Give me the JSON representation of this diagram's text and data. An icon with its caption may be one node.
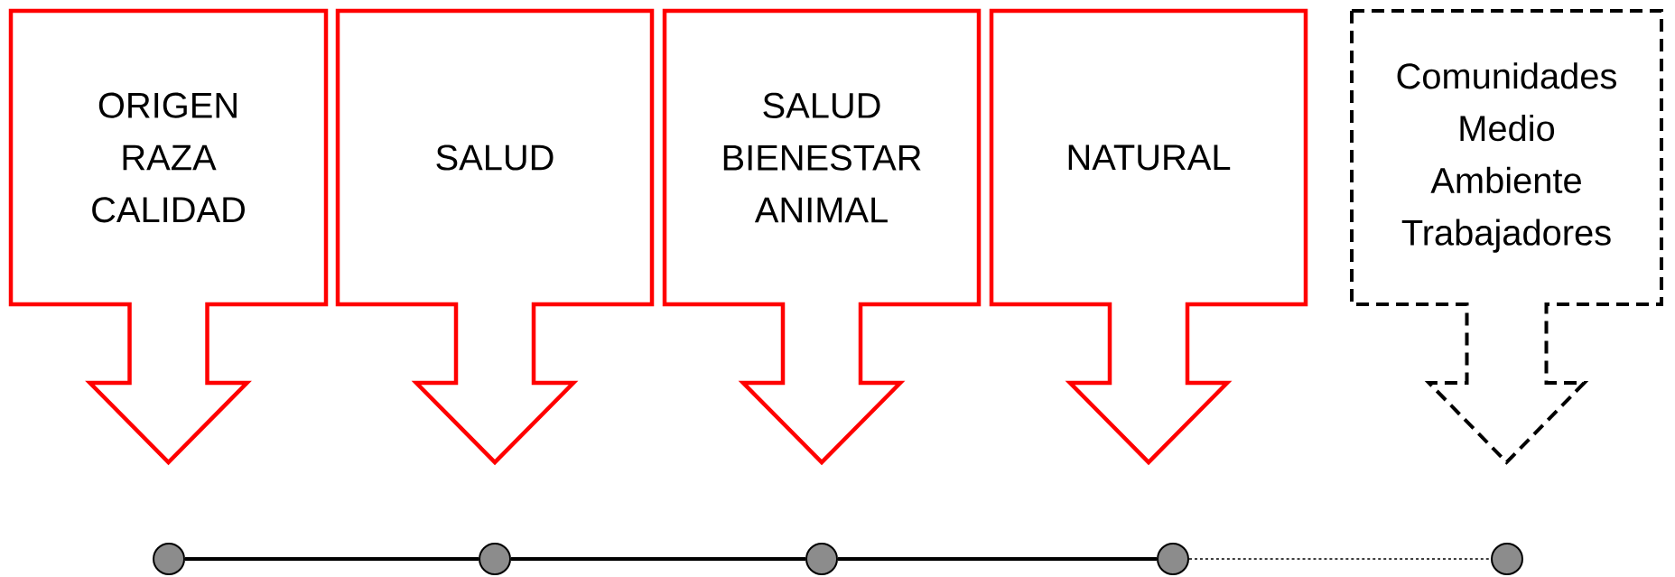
{
  "diagram": {
    "nodes": [
      {
        "text": [
          "ORIGEN RAZA CALIDAD"
        ]
      },
      {
        "text": [
          "SALUD"
        ]
      },
      {
        "text": [
          "SALUD BIENESTAR ANIMAL"
        ]
      },
      {
        "text": [
          "NATURAL"
        ]
      },
      {
        "text": [
          "Comunidades Medio Ambiente Trabajadores"
        ]
      },
      {
        "text": [],
        "shape": "circle"
      },
      {
        "text": [],
        "shape": "circle"
      },
      {
        "text": [],
        "shape": "circle"
      },
      {
        "text": [],
        "shape": "circle"
      },
      {
        "text": [],
        "shape": "circle"
      }
    ],
    "edges": [
      {
        "from": 5,
        "to": 6,
        "arrow": "none"
      },
      {
        "from": 6,
        "to": 7,
        "arrow": "none"
      },
      {
        "from": 7,
        "to": 8,
        "arrow": "none"
      },
      {
        "from": 8,
        "to": 9,
        "arrow": "none",
        "style": "dashed"
      }
    ]
  }
}
